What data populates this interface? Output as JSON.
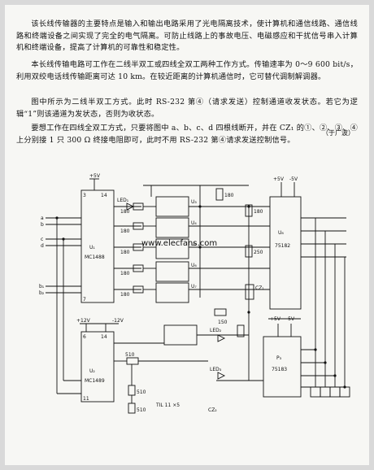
{
  "text": {
    "p1": "该长线传输器的主要特点是输入和输出电路采用了光电隔离技术，使计算机和通信线路、通信线路和终端设备之间实现了完全的电气隔离。可防止线路上的事故电压、电磁感应和干扰信号串入计算机和终端设备，提高了计算机的可靠性和稳定性。",
    "p2": "本长线传输电路可工作在二线半双工或四线全双工两种工作方式。传输速率为 0～9 600 bit/s，利用双绞电话线传输距离可达 10 km。在较近距离的计算机通信时，它可替代调制解调器。",
    "p3": "图中所示为二线半双工方式。此时 RS-232 第④（请求发送）控制通道收发状态。若它为逻辑“1”则该通道为发状态，否则为收状态。",
    "p4": "要想工作在四线全双工方式，只要将图中 a、b、c、d 四根线断开，并在 CZ₁ 的①、②、③、④上分别接 1 只 300 Ω 终接电阻即可，此时不用 RS-232 第④请求发送控制信号。",
    "author": "（于广波）"
  },
  "circuit": {
    "ic_left_top": {
      "designator": "U₁",
      "part": "MC1488"
    },
    "ic_left_bottom": {
      "designator": "U₂",
      "part": "MC1489"
    },
    "ic_right": {
      "designator": "U₈",
      "part": "75182"
    },
    "ic_bottom_right": {
      "designator": "P₃",
      "part": "75183"
    },
    "optos": [
      "U₃",
      "U₄",
      "U₅",
      "U₆",
      "U₇"
    ],
    "supply_labels": [
      "+5V",
      "+12V",
      "-12V",
      "+5V",
      "-5V",
      "+5V",
      "-5V"
    ],
    "resistor_labels": [
      "180",
      "180",
      "180",
      "180",
      "180",
      "180",
      "180",
      "150",
      "510",
      "510",
      "510",
      "250"
    ],
    "led_labels": [
      "LED₁",
      "LED₂",
      "LED₃"
    ],
    "input_labels": [
      "a",
      "b",
      "c",
      "d",
      "b₁",
      "b₂"
    ],
    "connector_labels": [
      "CZ₁",
      "CZ₂"
    ],
    "pin_labels": [
      "14",
      "3",
      "7",
      "14",
      "6",
      "11"
    ],
    "figure_label": "TIL 11 ×5",
    "watermark": "www.elecfans.com"
  },
  "colors": {
    "ink": "#111111",
    "paper": "#f7f7f4",
    "watermark": "#9a9a9a"
  }
}
